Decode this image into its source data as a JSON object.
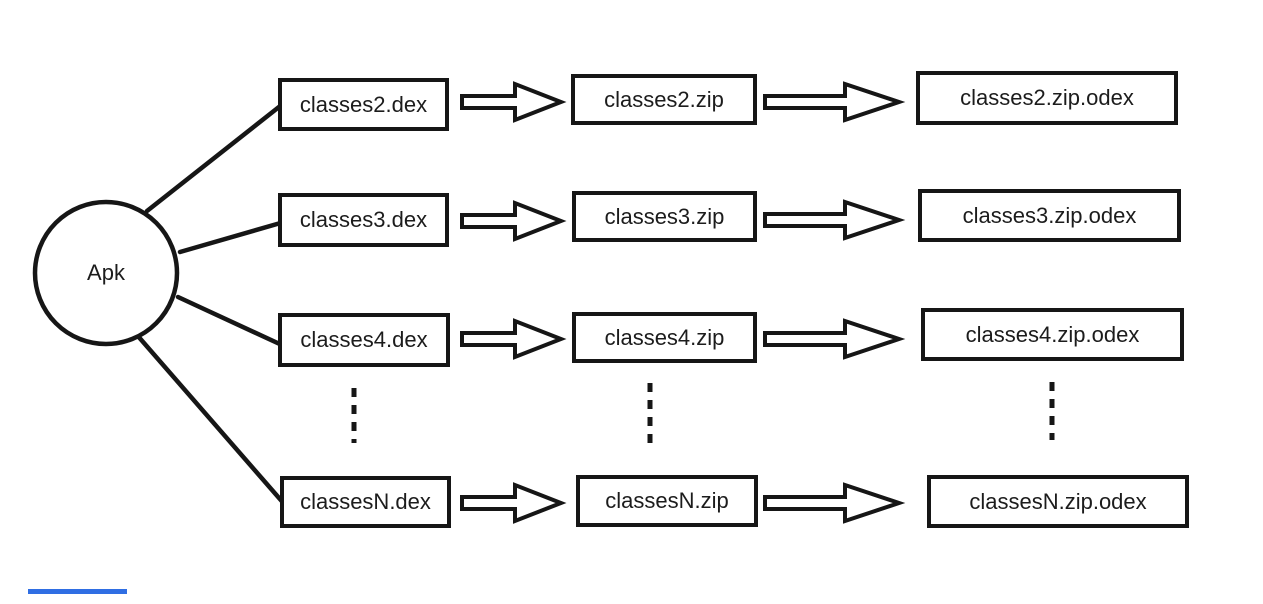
{
  "diagram": {
    "root_label": "Apk",
    "rows": [
      {
        "dex": "classes2.dex",
        "zip": "classes2.zip",
        "odex": "classes2.zip.odex"
      },
      {
        "dex": "classes3.dex",
        "zip": "classes3.zip",
        "odex": "classes3.zip.odex"
      },
      {
        "dex": "classes4.dex",
        "zip": "classes4.zip",
        "odex": "classes4.zip.odex"
      },
      {
        "dex": "classesN.dex",
        "zip": "classesN.zip",
        "odex": "classesN.zip.odex"
      }
    ],
    "colors": {
      "stroke": "#161616",
      "background": "#ffffff",
      "accent_bar": "#2f6ee3"
    }
  }
}
